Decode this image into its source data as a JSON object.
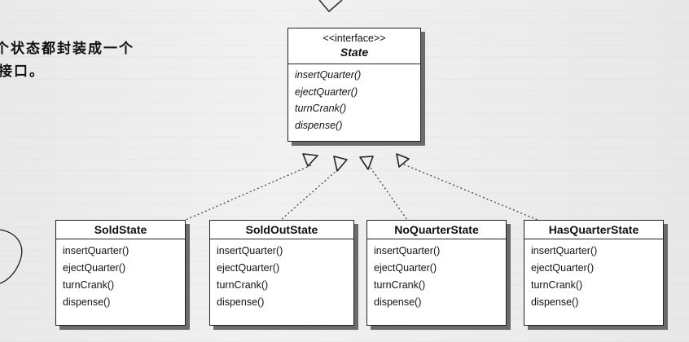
{
  "note_lines": [
    "个状态都封装成一个",
    "接口。"
  ],
  "interface": {
    "stereotype": "<<interface>>",
    "name": "State",
    "methods": [
      "insertQuarter()",
      "ejectQuarter()",
      "turnCrank()",
      "dispense()"
    ]
  },
  "classes": [
    {
      "name": "SoldState",
      "methods": [
        "insertQuarter()",
        "ejectQuarter()",
        "turnCrank()",
        "dispense()"
      ]
    },
    {
      "name": "SoldOutState",
      "methods": [
        "insertQuarter()",
        "ejectQuarter()",
        "turnCrank()",
        "dispense()"
      ]
    },
    {
      "name": "NoQuarterState",
      "methods": [
        "insertQuarter()",
        "ejectQuarter()",
        "turnCrank()",
        "dispense()"
      ]
    },
    {
      "name": "HasQuarterState",
      "methods": [
        "insertQuarter()",
        "ejectQuarter()",
        "turnCrank()",
        "dispense()"
      ]
    }
  ]
}
